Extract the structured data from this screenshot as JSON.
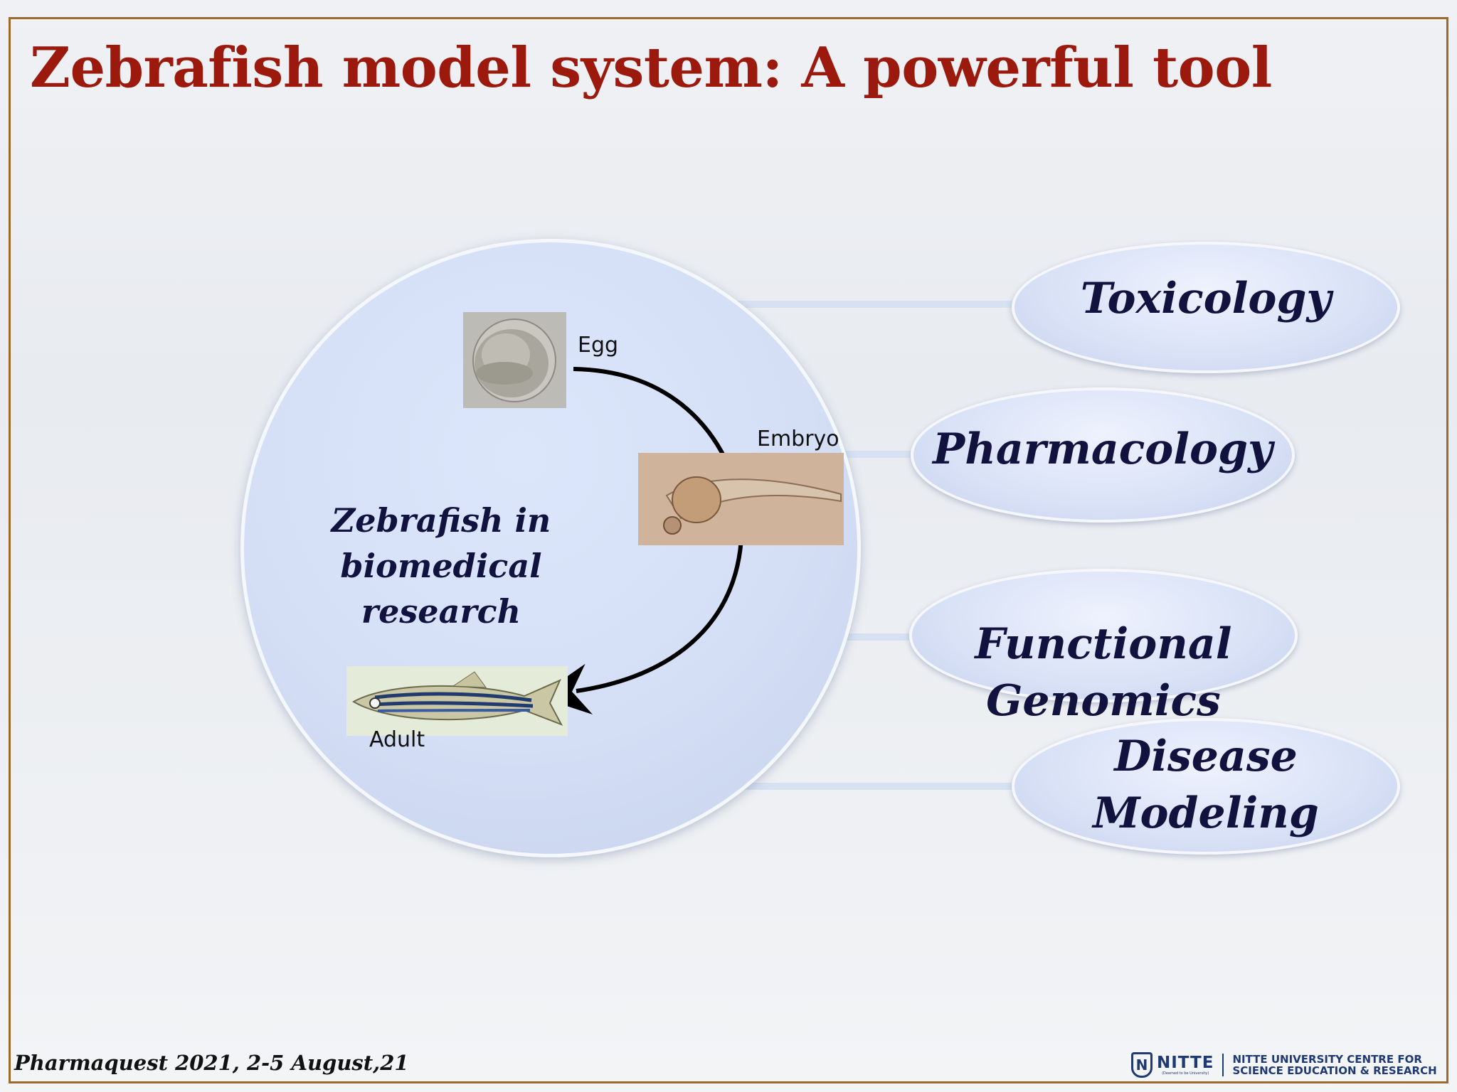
{
  "slide": {
    "title": "Zebrafish model system: A powerful tool"
  },
  "diagram": {
    "center_label_line1": "Zebrafish in biomedical",
    "center_label_line2": "research",
    "stages": {
      "egg": "Egg",
      "embryo": "Embryo",
      "adult": "Adult"
    },
    "applications": {
      "toxicology": "Toxicology",
      "pharmacology": "Pharmacology",
      "functional_genomics_line1": "Functional",
      "functional_genomics_line2": "Genomics",
      "disease_modeling_line1": "Disease",
      "disease_modeling_line2": "Modeling"
    }
  },
  "footer": {
    "event": "Pharmaquest 2021, 2-5 August,21",
    "logo_name": "NITTE",
    "logo_tagline": "(Deemed to be University)",
    "institution_line1": "NITTE UNIVERSITY CENTRE FOR",
    "institution_line2": "SCIENCE EDUCATION & RESEARCH"
  },
  "colors": {
    "title": "#9b1a0d",
    "text_dark": "#12123f",
    "logo_blue": "#1f3a72",
    "frame": "#9a6a2e"
  }
}
